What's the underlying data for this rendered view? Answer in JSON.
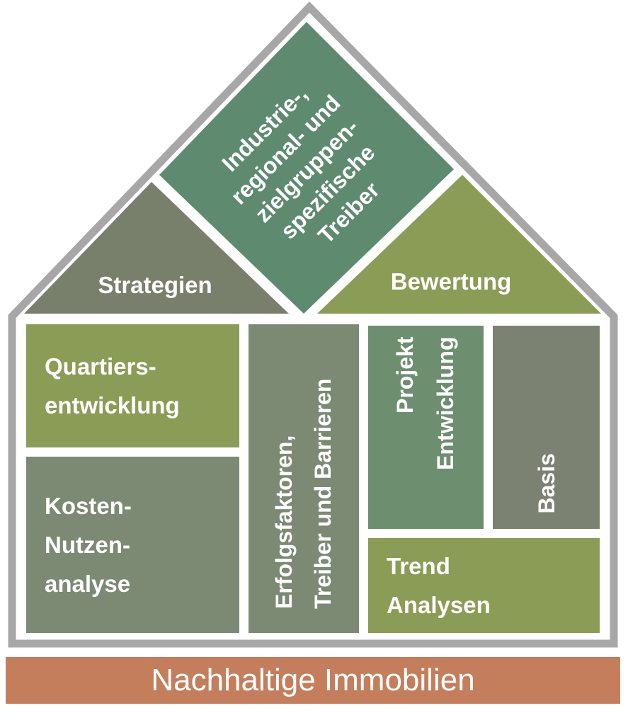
{
  "colors": {
    "outline": "#A7A7A7",
    "diamond": "#5E8B70",
    "strategien_triangle": "#78806C",
    "bewertung_triangle": "#8A9C55",
    "quartiers": "#8A9C55",
    "kosten": "#7C8A74",
    "erfolgsfaktoren": "#7C8A74",
    "projekt": "#6D8F70",
    "basis": "#7B8272",
    "trend": "#8A9C55",
    "base_bar": "#C47E5C",
    "label_text": "#FFFFFF"
  },
  "roof": {
    "diamond": {
      "lines": [
        "Industrie-,",
        "regional- und",
        "zielgruppen-",
        "spezifische",
        "Treiber"
      ]
    },
    "strategien_label": "Strategien",
    "bewertung_label": "Bewertung"
  },
  "body": {
    "quartiers": {
      "lines": [
        "Quartiers-",
        "entwicklung"
      ]
    },
    "kosten": {
      "lines": [
        "Kosten-",
        "Nutzen-",
        "analyse"
      ]
    },
    "erfolgsfaktoren": {
      "lines": [
        "Erfolgsfaktoren,",
        "Treiber und Barrieren"
      ]
    },
    "projekt": {
      "lines": [
        "Projekt",
        "Entwicklung"
      ]
    },
    "basis": {
      "label": "Basis"
    },
    "trend": {
      "lines": [
        "Trend",
        "Analysen"
      ]
    }
  },
  "base": {
    "label": "Nachhaltige Immobilien"
  }
}
